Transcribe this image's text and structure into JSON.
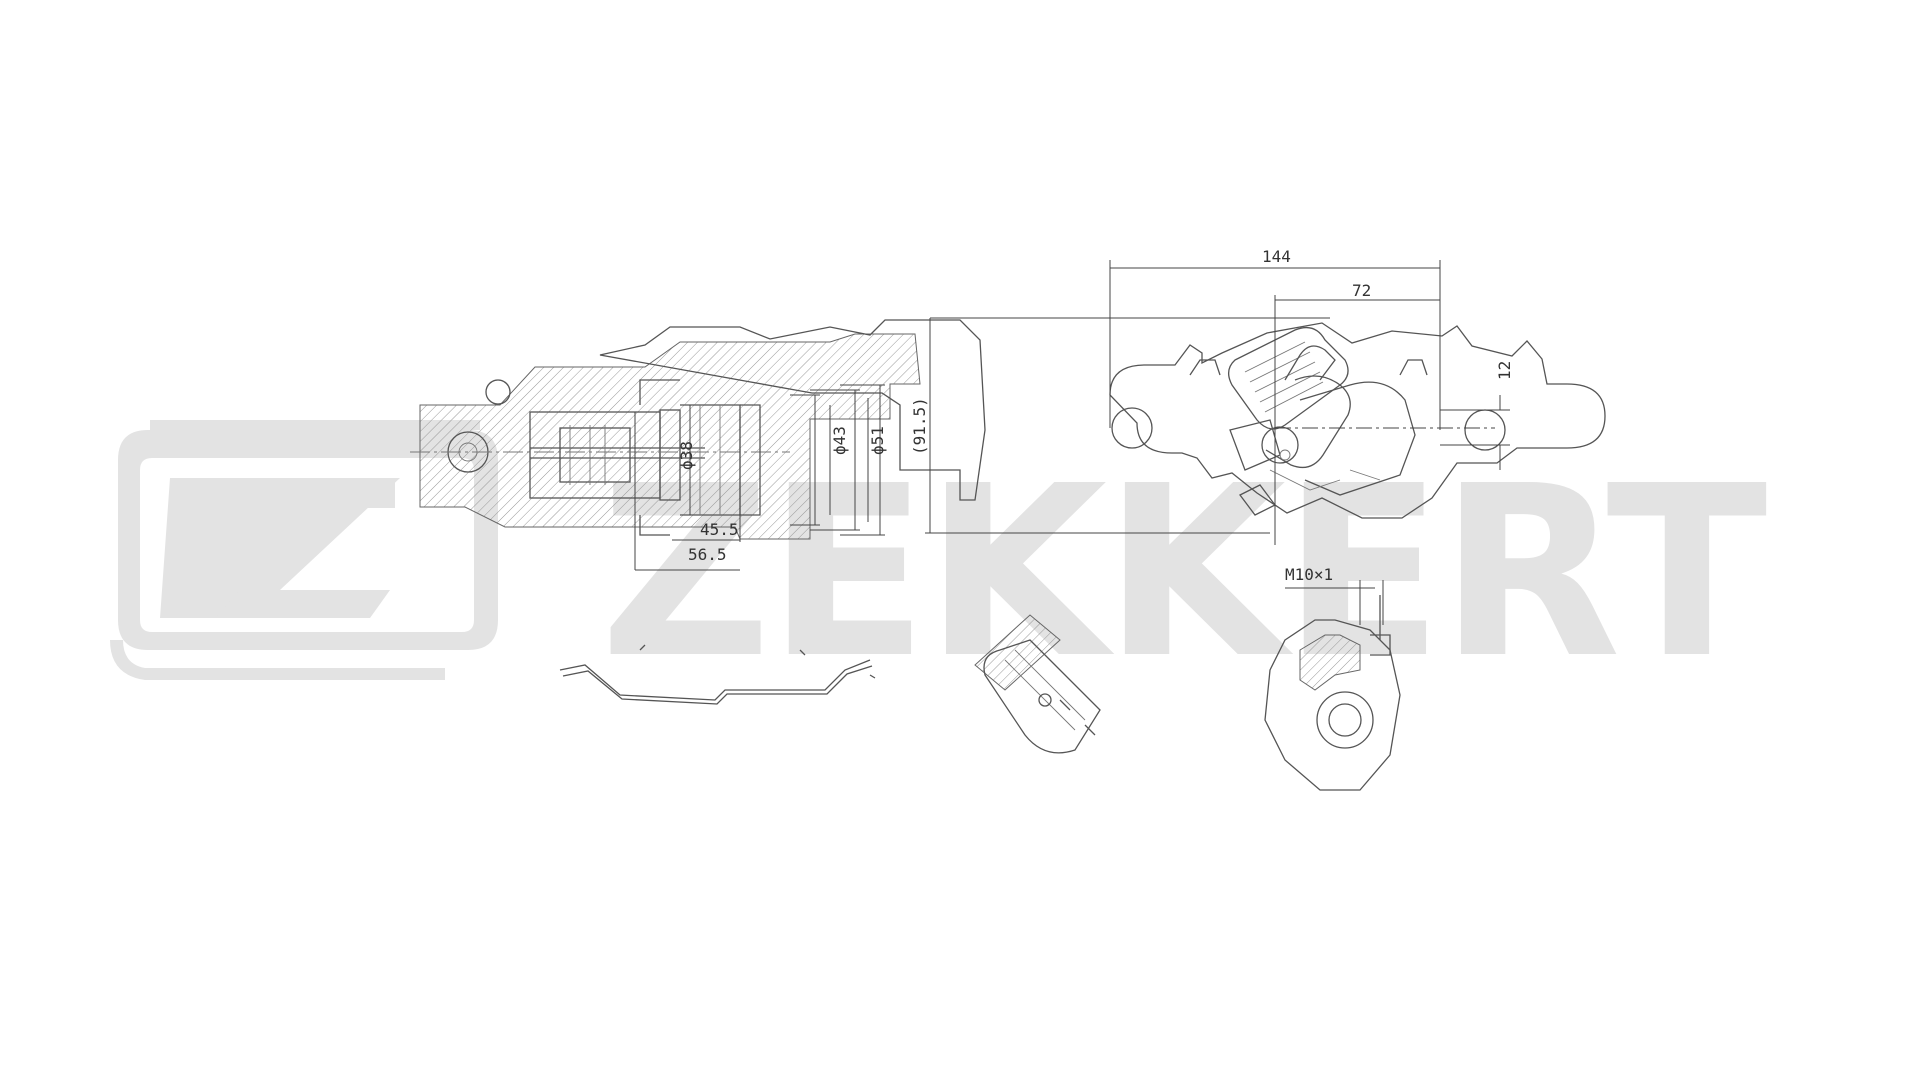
{
  "watermark": {
    "brand": "ZEKKERT",
    "color": "#e3e3e3"
  },
  "dimensions": {
    "d38": "ϕ38",
    "d43": "ϕ43",
    "d51": "ϕ51",
    "len455": "45.5",
    "len565": "56.5",
    "len144": "144",
    "len72": "72",
    "len915": "(91.5)",
    "len12": "12",
    "thread": "M10×1"
  },
  "colors": {
    "line": "#555555",
    "dimension": "#444444",
    "background": "#ffffff"
  }
}
